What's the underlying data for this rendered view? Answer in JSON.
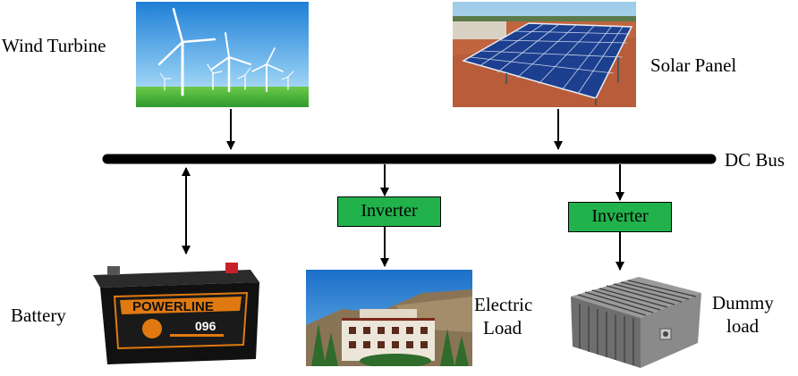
{
  "labels": {
    "wind_turbine": "Wind Turbine",
    "solar_panel": "Solar Panel",
    "dc_bus": "DC Bus",
    "battery": "Battery",
    "electric_load_line1": "Electric",
    "electric_load_line2": "Load",
    "dummy_load_line1": "Dummy",
    "dummy_load_line2": "load",
    "inverter_1": "Inverter",
    "inverter_2": "Inverter",
    "battery_brand": "POWERLINE",
    "battery_model": "096"
  },
  "colors": {
    "bus": "#000000",
    "inverter_fill": "#22b24c",
    "sky": "#3f9ee0",
    "grass": "#3bb33b"
  },
  "icons": [
    "wind-turbine-photo",
    "solar-panel-photo",
    "battery-photo",
    "building-photo",
    "dummy-load-photo"
  ]
}
